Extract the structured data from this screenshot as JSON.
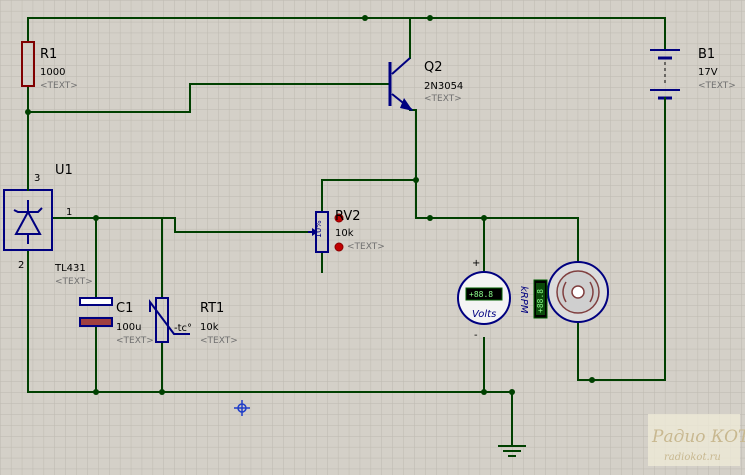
{
  "components": {
    "r1": {
      "ref": "R1",
      "value": "1000",
      "text": "<TEXT>"
    },
    "q2": {
      "ref": "Q2",
      "value": "2N3054",
      "text": "<TEXT>"
    },
    "b1": {
      "ref": "B1",
      "value": "17V",
      "text": "<TEXT>"
    },
    "u1": {
      "ref": "U1",
      "value": "TL431",
      "text": "<TEXT>",
      "pin1": "1",
      "pin2": "2",
      "pin3": "3"
    },
    "rv2": {
      "ref": "RV2",
      "value": "10k",
      "text": "<TEXT>",
      "knob": "10%"
    },
    "c1": {
      "ref": "C1",
      "value": "100u",
      "text": "<TEXT>"
    },
    "rt1": {
      "ref": "RT1",
      "value": "10k",
      "text": "<TEXT>",
      "marking": "-tc°"
    },
    "voltmeter": {
      "label": "Volts",
      "display": "+88.8",
      "plus": "+",
      "minus": "-"
    },
    "tachometer": {
      "label": "kRPM",
      "display": "+88.8"
    }
  },
  "watermark": {
    "line1": "Радио КОТ",
    "line2": "radiokot.ru"
  },
  "colors": {
    "background": "#d4d0c8",
    "grid": "#bdb9b0",
    "wire": "#004000",
    "body": "#000080",
    "red": "#c00000",
    "text_placeholder": "#707070"
  }
}
